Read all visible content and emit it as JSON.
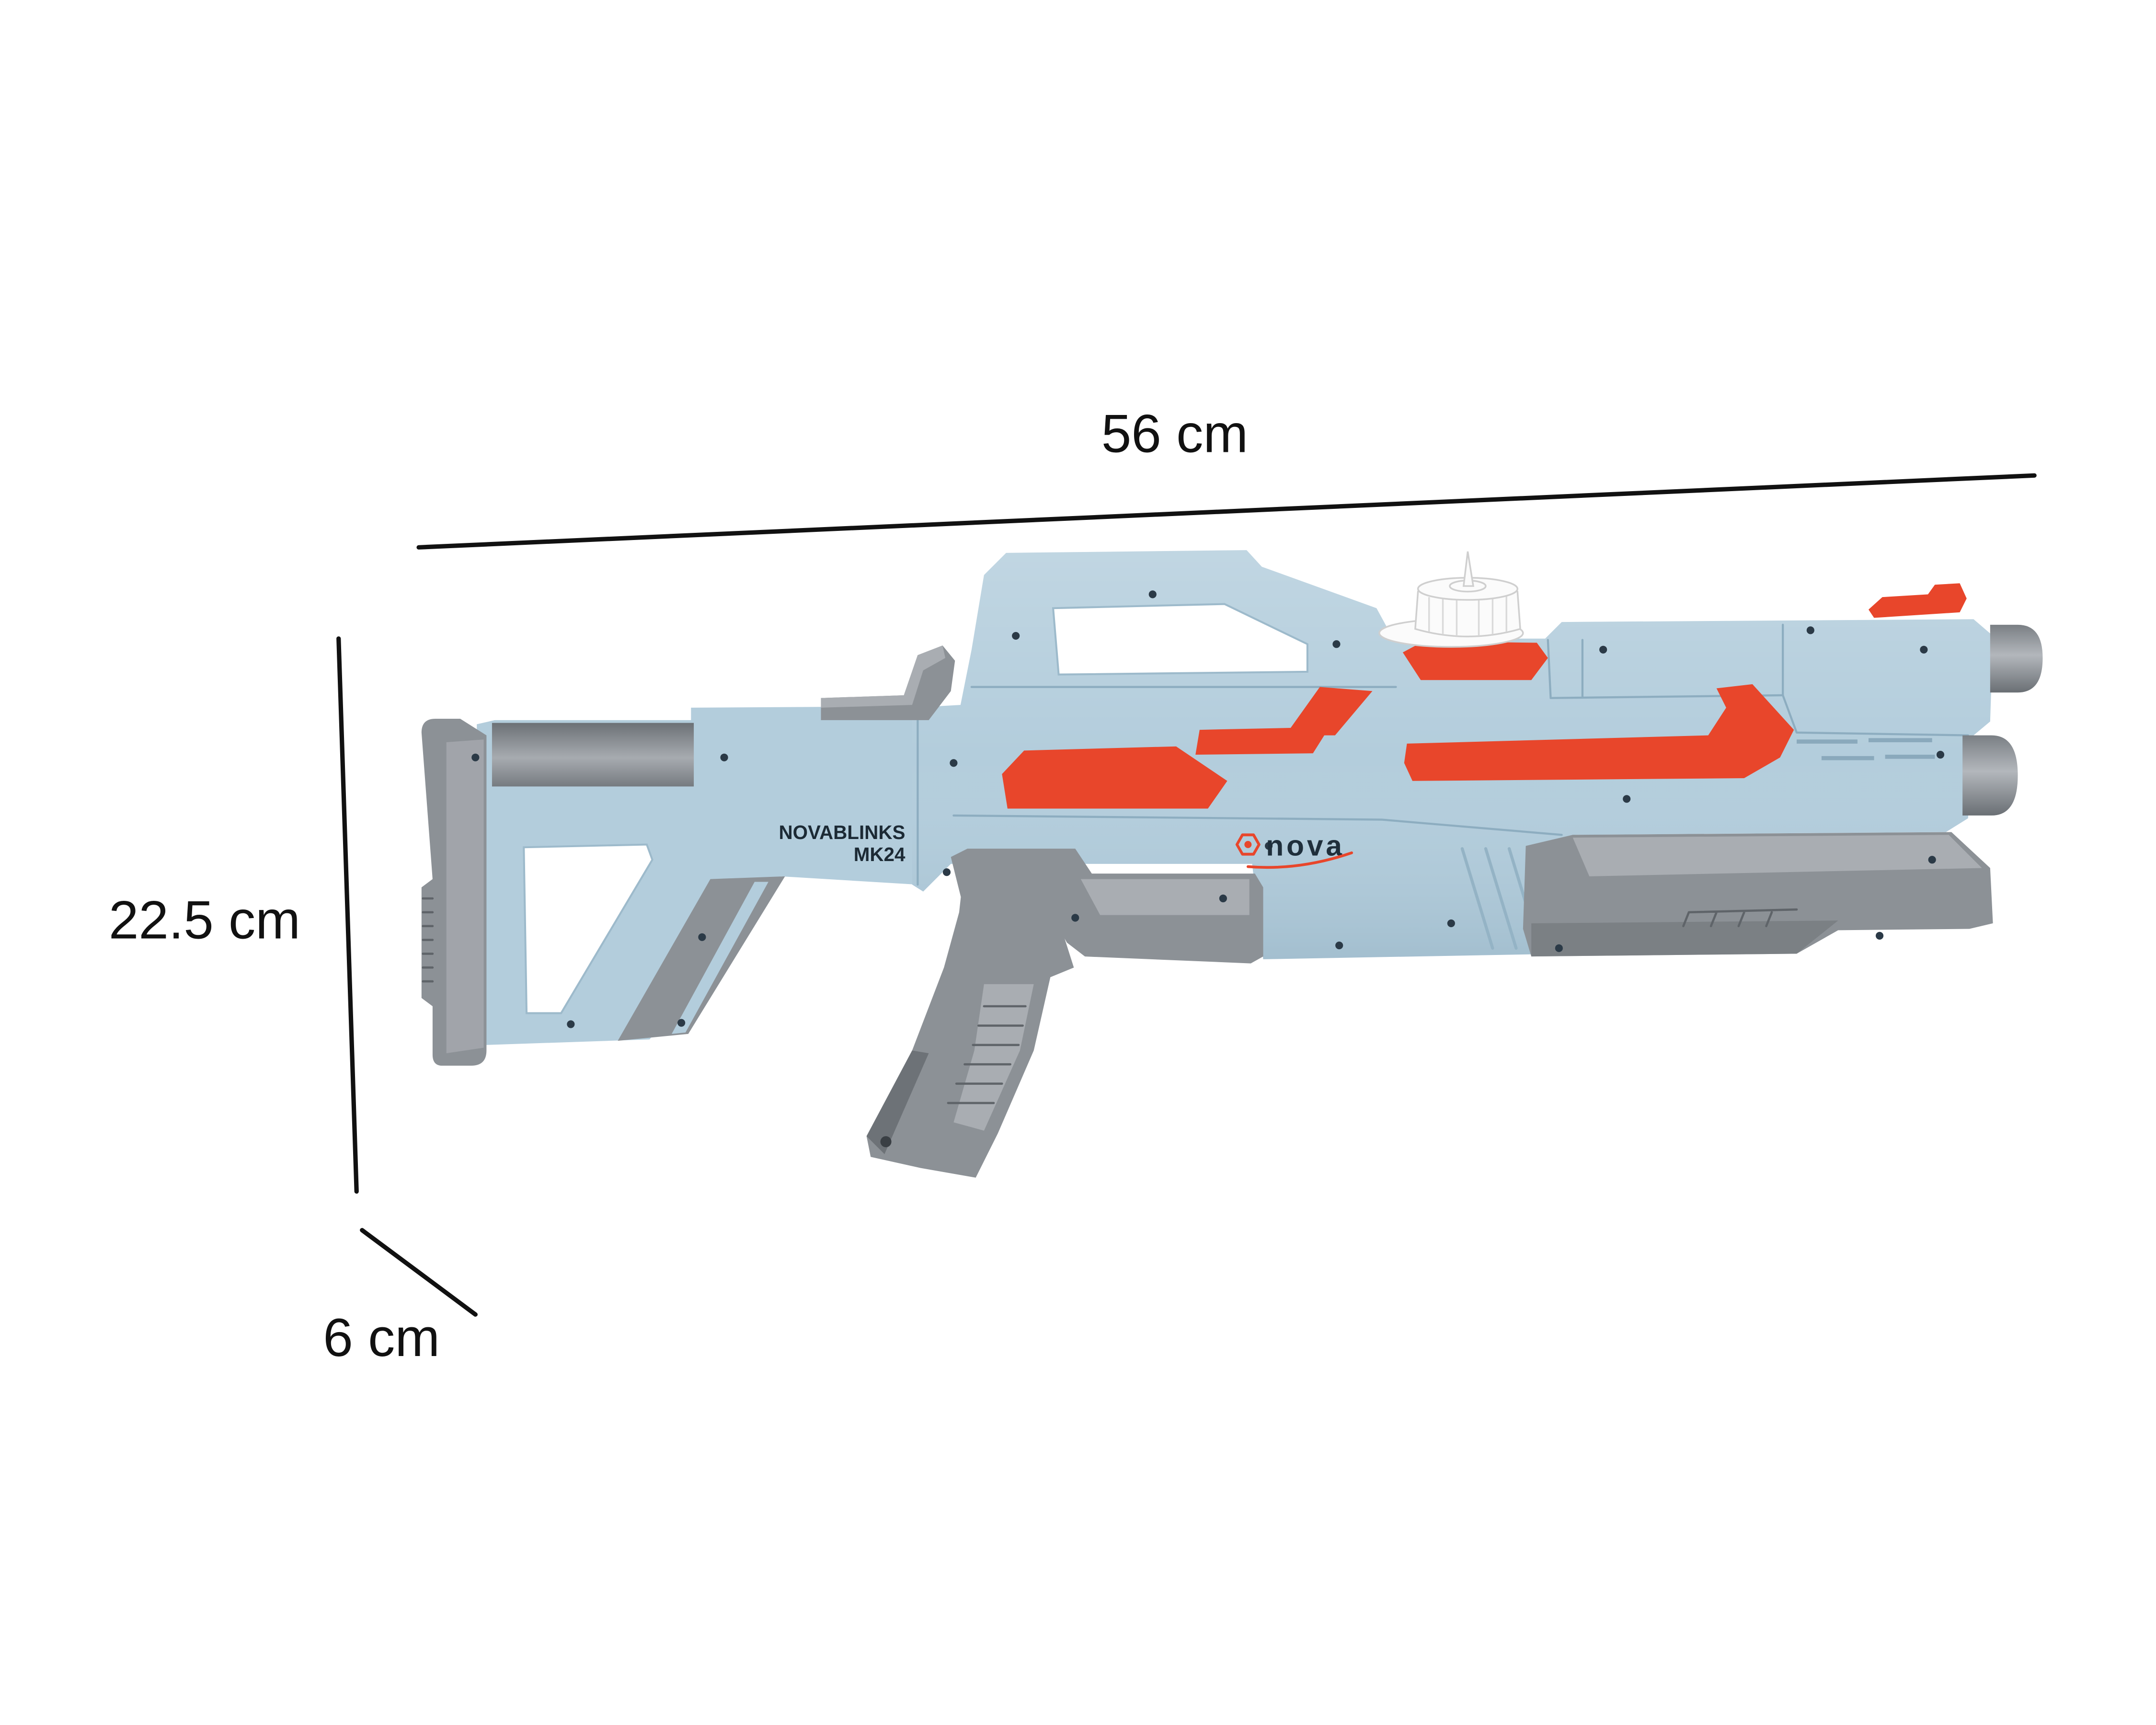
{
  "dimensions": {
    "length": {
      "label": "56 cm"
    },
    "height": {
      "label": "22.5 cm"
    },
    "depth": {
      "label": "6 cm"
    }
  },
  "product": {
    "model_name": "NOVABLINKS",
    "model_number": "MK24",
    "logo_text": "nova"
  },
  "colors": {
    "body": "#b3cddc",
    "accent": "#e8462b",
    "trim": "#8c9196",
    "dimension_line": "#111111"
  }
}
